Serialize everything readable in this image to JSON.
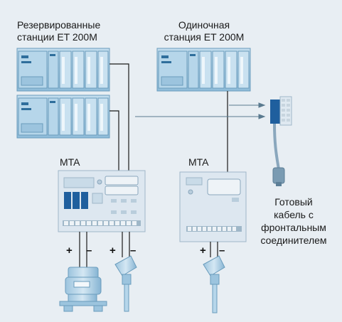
{
  "labels": {
    "redundant_line1": "Резервированные",
    "redundant_line2": "станции ET 200M",
    "single_line1": "Одиночная",
    "single_line2": "станция ET 200M",
    "mta_left": "MTA",
    "mta_right": "MTA",
    "cable_line1": "Готовый",
    "cable_line2": "кабель с",
    "cable_line3": "фронтальным",
    "cable_line4": "соединителем"
  },
  "polarity": {
    "plus": "+",
    "minus": "–"
  },
  "colors": {
    "background": "#e8eef3",
    "module_fill": "#a9cde4",
    "module_stroke": "#6a9cbc",
    "module_dark": "#2f6e9c",
    "board_fill": "#dde7f0",
    "wire": "#1a1a1a",
    "arrow": "#5a7a8f",
    "connector_blue": "#1f5f9e"
  }
}
